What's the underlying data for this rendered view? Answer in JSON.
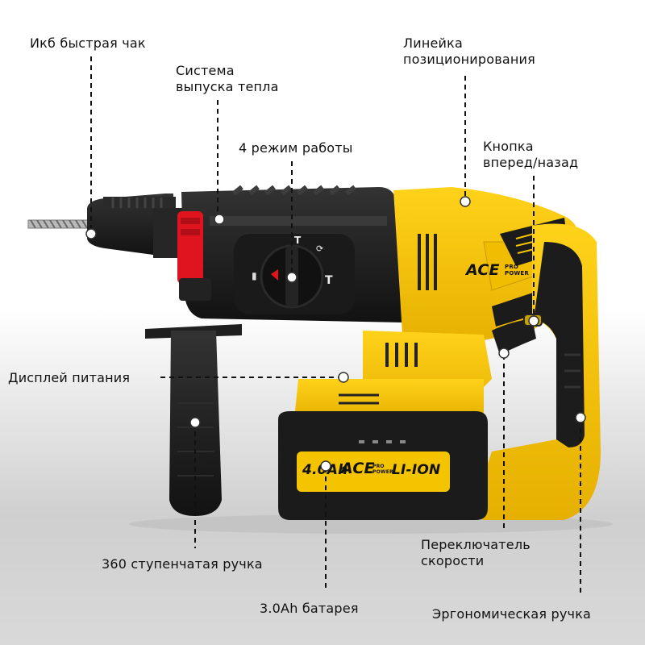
{
  "labels": {
    "chuck": "Икб быстрая чак",
    "heat": [
      "Система",
      "выпуска тепла"
    ],
    "ruler": [
      "Линейка",
      "позиционирования"
    ],
    "modes": "4 режим работы",
    "direction": [
      "Кнопка",
      "вперед/назад"
    ],
    "display": "Дисплей питания",
    "handle360": "360 ступенчатая ручка",
    "speed": [
      "Переключатель",
      "скорости"
    ],
    "battery": "3.0Ah батарея",
    "grip": "Эргономическая ручка"
  },
  "branding": {
    "body_logo": "ACE",
    "body_logo_small": [
      "PRO",
      "POWER"
    ],
    "battery_capacity": "4.0Ah",
    "battery_logo": "ACE",
    "battery_logo_small": [
      "PRO",
      "POWER"
    ],
    "battery_type": "LI-ION"
  },
  "colors": {
    "yellow": "#F5C400",
    "black": "#1d1d1d",
    "red": "#e0141e"
  }
}
